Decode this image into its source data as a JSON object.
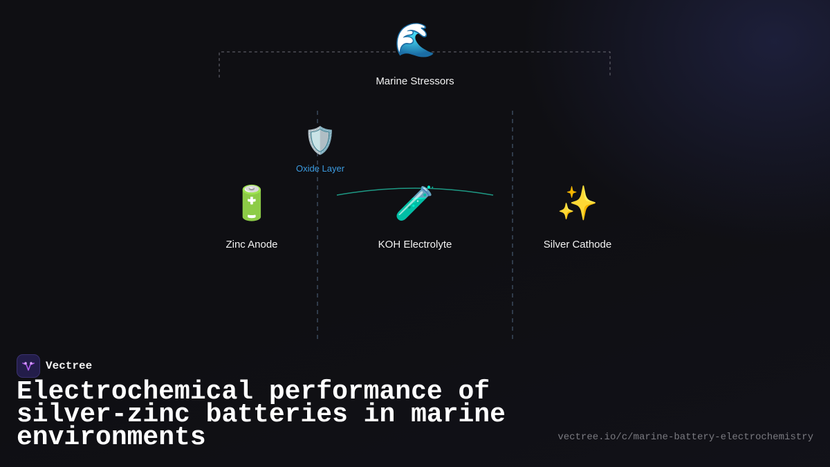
{
  "diagram": {
    "nodes": [
      {
        "id": "marine",
        "icon": "wave-icon",
        "glyph": "🌊",
        "label": "Marine Stressors"
      },
      {
        "id": "oxide",
        "icon": "shield-icon",
        "glyph": "🛡️",
        "label": "Oxide Layer"
      },
      {
        "id": "anode",
        "icon": "battery-icon",
        "glyph": "🔋",
        "label": "Zinc Anode"
      },
      {
        "id": "electrolyte",
        "icon": "test-tube-icon",
        "glyph": "🧪",
        "label": "KOH Electrolyte"
      },
      {
        "id": "cathode",
        "icon": "sparkles-icon",
        "glyph": "✨",
        "label": "Silver Cathode"
      }
    ]
  },
  "brand": {
    "name": "Vectree",
    "logo_icon": "vectree-logo-icon"
  },
  "footer": {
    "title": "Electrochemical performance of silver-zinc batteries in marine environments",
    "url": "vectree.io/c/marine-battery-electrochemistry"
  },
  "colors": {
    "background": "#0f0f13",
    "label_text": "#f2f2f2",
    "accent_blue": "#3b9be0",
    "connector_teal": "#1e9a85",
    "dashed_line": "#3b4a5c",
    "url_text": "#7a7a80"
  }
}
